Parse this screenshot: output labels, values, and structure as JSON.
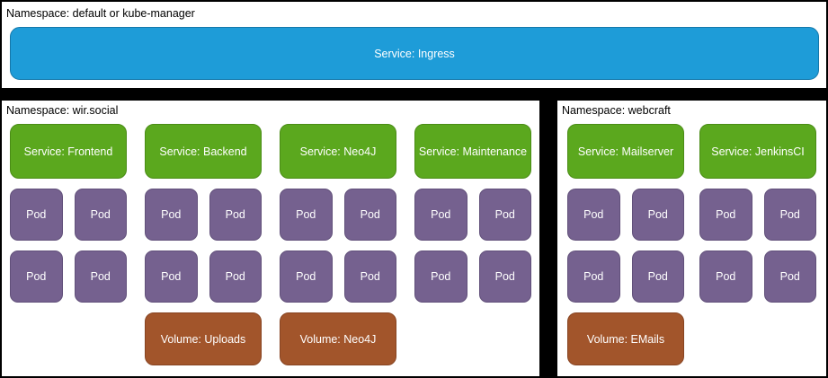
{
  "colors": {
    "background": "#000000",
    "panel": "#ffffff",
    "service_blue": "#1e9cd8",
    "service_green": "#5ba81e",
    "pod_purple": "#75618f",
    "volume_brown": "#a2552b",
    "label_text": "#000000",
    "box_text": "#ffffff"
  },
  "top_panel": {
    "label": "Namespace: default or kube-manager",
    "service": "Service: Ingress"
  },
  "left_panel": {
    "label": "Namespace: wir.social",
    "columns": [
      {
        "service": "Service: Frontend",
        "pods": [
          "Pod",
          "Pod",
          "Pod",
          "Pod"
        ]
      },
      {
        "service": "Service: Backend",
        "pods": [
          "Pod",
          "Pod",
          "Pod",
          "Pod"
        ],
        "volume": "Volume: Uploads"
      },
      {
        "service": "Service: Neo4J",
        "pods": [
          "Pod",
          "Pod",
          "Pod",
          "Pod"
        ],
        "volume": "Volume: Neo4J"
      },
      {
        "service": "Service: Maintenance",
        "pods": [
          "Pod",
          "Pod",
          "Pod",
          "Pod"
        ]
      }
    ]
  },
  "right_panel": {
    "label": "Namespace: webcraft",
    "columns": [
      {
        "service": "Service: Mailserver",
        "pods": [
          "Pod",
          "Pod",
          "Pod",
          "Pod"
        ],
        "volume": "Volume: EMails"
      },
      {
        "service": "Service: JenkinsCI",
        "pods": [
          "Pod",
          "Pod",
          "Pod",
          "Pod"
        ]
      }
    ]
  }
}
